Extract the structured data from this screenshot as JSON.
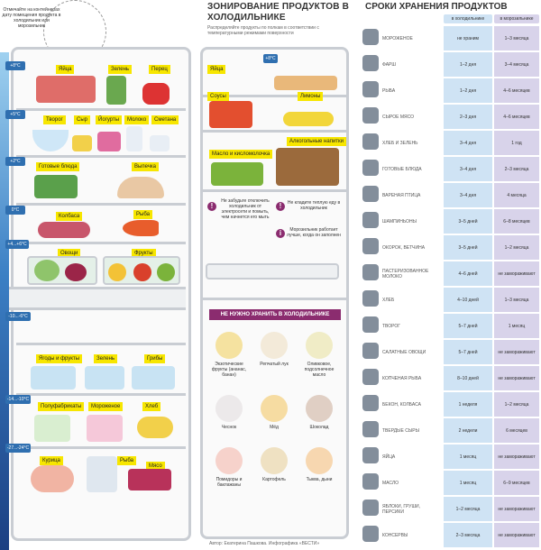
{
  "fridge": {
    "note": "Отмечайте на контейнерах дату помещения продукта в холодильник или морозильник",
    "temps": [
      "+8°C",
      "+5°C",
      "+2°C",
      "0°C",
      "+4...+6°C",
      "-10...-6°C",
      "-14...-10°C",
      "-27...-24°C"
    ],
    "labels": [
      "Яйца",
      "Зелень",
      "Перец",
      "Творог",
      "Сыр",
      "Йогурты",
      "Молоко",
      "Сметана",
      "Готовые блюда",
      "Выпечка",
      "Колбаса",
      "Рыба",
      "Овощи",
      "Фрукты",
      "Ягоды и фрукты",
      "Зелень",
      "Грибы",
      "Полуфабрикаты",
      "Мороженое",
      "Хлеб",
      "Курица",
      "Рыба",
      "Мясо"
    ]
  },
  "zoning": {
    "title": "ЗОНИРОВАНИЕ ПРОДУКТОВ В ХОЛОДИЛЬНИКЕ",
    "subtitle": "Распределяйте продукты по полкам в соответствии с температурными режимами поверхности",
    "door_temp": "+8°C",
    "door_labels": [
      "Яйца",
      "Соусы",
      "Лимоны",
      "Масло и кисломолочка",
      "Алкогольные напитки"
    ],
    "warnings": [
      "Не забудьте отключить холодильник от электросети и помыть, чем начнется его мыть",
      "Не кладите теплую еду в холодильник",
      "Морозильник работает лучше, когда он заполнен"
    ],
    "not_in_fridge_title": "НЕ НУЖНО ХРАНИТЬ В ХОЛОДИЛЬНИКЕ",
    "not_in_fridge": [
      "Экзотические фрукты (ананас, банан)",
      "Репчатый лук",
      "Оливковое, подсолнечное масло",
      "Чеснок",
      "Мёд",
      "Шоколад",
      "Помидоры и баклажаны",
      "Картофель",
      "Тыква, дыни"
    ],
    "credit": "Автор: Екатерина Пашкова. Инфографика «ВЕСТИ»"
  },
  "table": {
    "title": "СРОКИ ХРАНЕНИЯ ПРОДУКТОВ",
    "col_fridge": "в холодильнике",
    "col_freezer": "в морозильнике",
    "rows": [
      {
        "name": "Мороженое",
        "fridge": "не храним",
        "freezer": "1–3 месяца"
      },
      {
        "name": "Фарш",
        "fridge": "1–2 дня",
        "freezer": "3–4 месяца"
      },
      {
        "name": "Рыба",
        "fridge": "1–2 дня",
        "freezer": "4–6 месяцев"
      },
      {
        "name": "Сырое мясо",
        "fridge": "2–3 дня",
        "freezer": "4–6 месяцев"
      },
      {
        "name": "Хлеб и зелень",
        "fridge": "3–4 дня",
        "freezer": "1 год"
      },
      {
        "name": "Готовые блюда",
        "fridge": "3–4 дня",
        "freezer": "2–3 месяца"
      },
      {
        "name": "Вареная птица",
        "fridge": "3–4 дня",
        "freezer": "4 месяца"
      },
      {
        "name": "Шампиньоны",
        "fridge": "3–5 дней",
        "freezer": "6–8 месяцев"
      },
      {
        "name": "Окорок, ветчина",
        "fridge": "3–5 дней",
        "freezer": "1–2 месяца"
      },
      {
        "name": "Пастеризованное молоко",
        "fridge": "4–6 дней",
        "freezer": "не замораживают"
      },
      {
        "name": "Хлеб",
        "fridge": "4–10 дней",
        "freezer": "1–3 месяца"
      },
      {
        "name": "Творог",
        "fridge": "5–7 дней",
        "freezer": "1 месяц"
      },
      {
        "name": "Салатные овощи",
        "fridge": "5–7 дней",
        "freezer": "не замораживают"
      },
      {
        "name": "Копченая рыба",
        "fridge": "8–10 дней",
        "freezer": "не замораживают"
      },
      {
        "name": "Бекон, колбаса",
        "fridge": "1 неделя",
        "freezer": "1–2 месяца"
      },
      {
        "name": "Твердые сыры",
        "fridge": "2 недели",
        "freezer": "6 месяцев"
      },
      {
        "name": "Яйца",
        "fridge": "1 месяц",
        "freezer": "не замораживают"
      },
      {
        "name": "Масло",
        "fridge": "1 месяц",
        "freezer": "6–9 месяцев"
      },
      {
        "name": "Яблоки, груши, персики",
        "fridge": "1–2 месяца",
        "freezer": "не замораживают"
      },
      {
        "name": "Консервы",
        "fridge": "2–3 месяца",
        "freezer": "не замораживают"
      }
    ]
  },
  "colors": {
    "accent_yellow": "#f7e600",
    "fridge_col": "#cfe3f4",
    "freezer_col": "#d8d3ea",
    "purple": "#8b2c6f",
    "blue": "#2f6fb0"
  }
}
